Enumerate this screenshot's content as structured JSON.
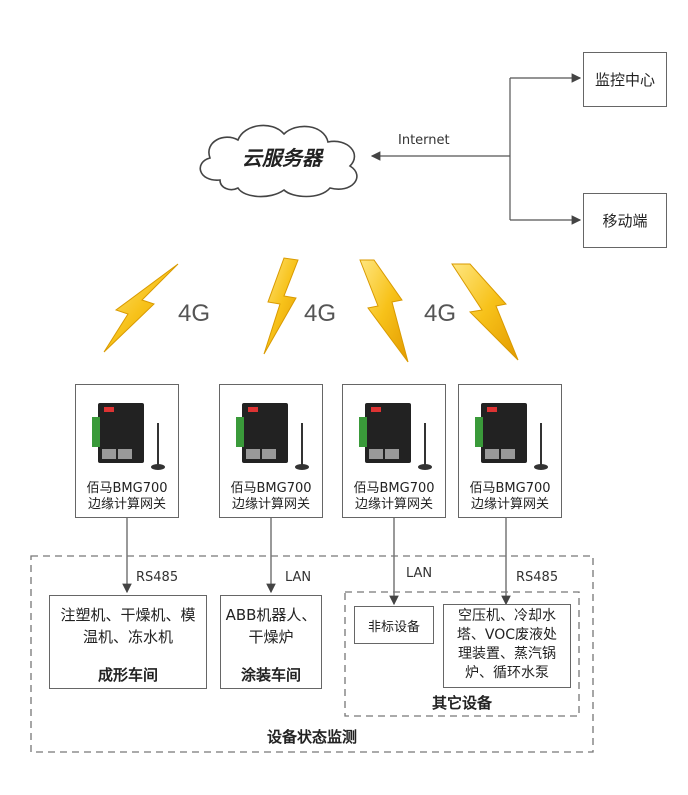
{
  "cloud": {
    "label": "云服务器"
  },
  "internet": {
    "label": "Internet"
  },
  "monitor_center": {
    "label": "监控中心"
  },
  "mobile": {
    "label": "移动端"
  },
  "signal_label": "4G",
  "gateways": [
    {
      "line1": "佰马BMG700",
      "line2": "边缘计算网关"
    },
    {
      "line1": "佰马BMG700",
      "line2": "边缘计算网关"
    },
    {
      "line1": "佰马BMG700",
      "line2": "边缘计算网关"
    },
    {
      "line1": "佰马BMG700",
      "line2": "边缘计算网关"
    }
  ],
  "links": [
    "RS485",
    "LAN",
    "LAN",
    "RS485"
  ],
  "workshops": {
    "molding": {
      "devices": "注塑机、干燥机、模温机、冻水机",
      "title": "成形车间"
    },
    "painting": {
      "devices": "ABB机器人、干燥炉",
      "title": "涂装车间"
    },
    "other": {
      "nonstandard": "非标设备",
      "devices": "空压机、冷却水塔、VOC废液处理装置、蒸汽锅炉、循环水泵",
      "title": "其它设备"
    }
  },
  "monitoring": {
    "title": "设备状态监测"
  },
  "colors": {
    "bolt_outer": "#f2b705",
    "bolt_inner": "#ffd84a",
    "device_body": "#222222",
    "device_green": "#3a9a3a"
  }
}
